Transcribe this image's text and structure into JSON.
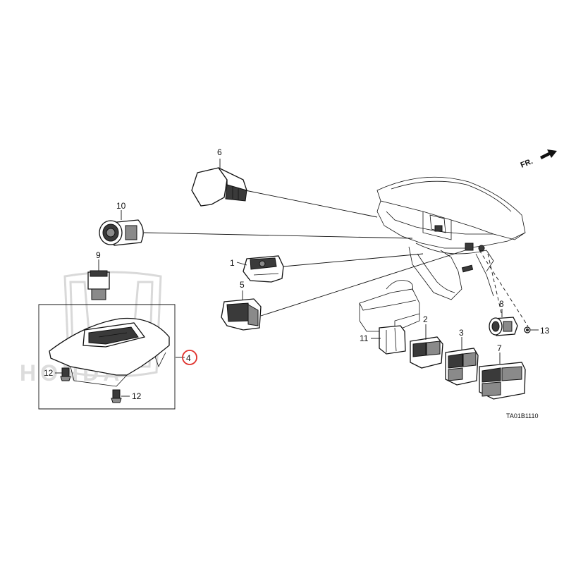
{
  "callouts": {
    "c1": "1",
    "c2": "2",
    "c3": "3",
    "c4": "4",
    "c5": "5",
    "c6": "6",
    "c7": "7",
    "c8": "8",
    "c9": "9",
    "c10": "10",
    "c11": "11",
    "c12a": "12",
    "c12b": "12",
    "c13": "13"
  },
  "direction_label": "FR.",
  "diagram_code": "TA01B1110",
  "watermark": {
    "brand": "HONDA"
  },
  "highlight_color": "#e0322d"
}
